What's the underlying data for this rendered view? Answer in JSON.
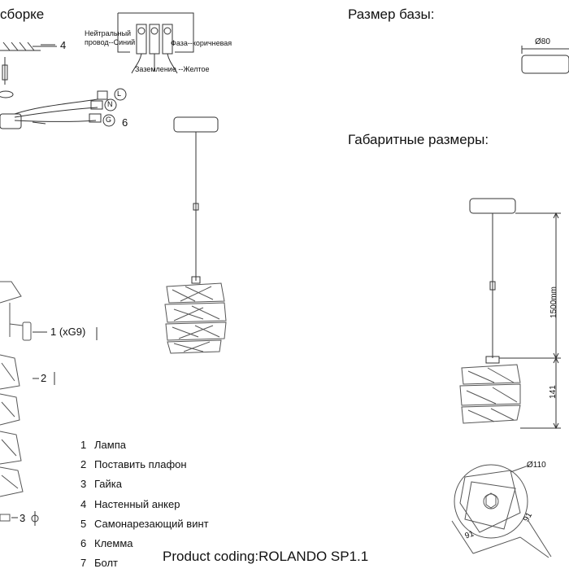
{
  "header": {
    "assembly_title": "сборке",
    "base_size_title": "Размер базы:",
    "overall_size_title": "Габаритные размеры:"
  },
  "wiring": {
    "neutral_label_line1": "Нейтральный",
    "neutral_label_line2": "провод--Синий",
    "phase_label": "Фаза--коричневая",
    "ground_label": "Заземление --Желтое",
    "terminal_letters": [
      "L",
      "N",
      "G"
    ]
  },
  "callouts": {
    "c4": "4",
    "c6": "6",
    "c1": "1 (xG9)",
    "c2": "2",
    "c3": "3"
  },
  "dimensions": {
    "base_diameter": "Ø80",
    "cord_length": "1500mm",
    "shade_height": "141",
    "shade_diameter": "Ø110",
    "top_width_a": "91",
    "top_width_b": "91"
  },
  "parts": [
    {
      "num": "1",
      "name": "Лампа"
    },
    {
      "num": "2",
      "name": "Поставить плафон"
    },
    {
      "num": "3",
      "name": "Гайка"
    },
    {
      "num": "4",
      "name": "Настенный анкер"
    },
    {
      "num": "5",
      "name": "Самонарезающий винт"
    },
    {
      "num": "6",
      "name": "Клемма"
    },
    {
      "num": "7",
      "name": "Болт"
    }
  ],
  "product_coding": "Product coding:ROLANDO SP1.1"
}
